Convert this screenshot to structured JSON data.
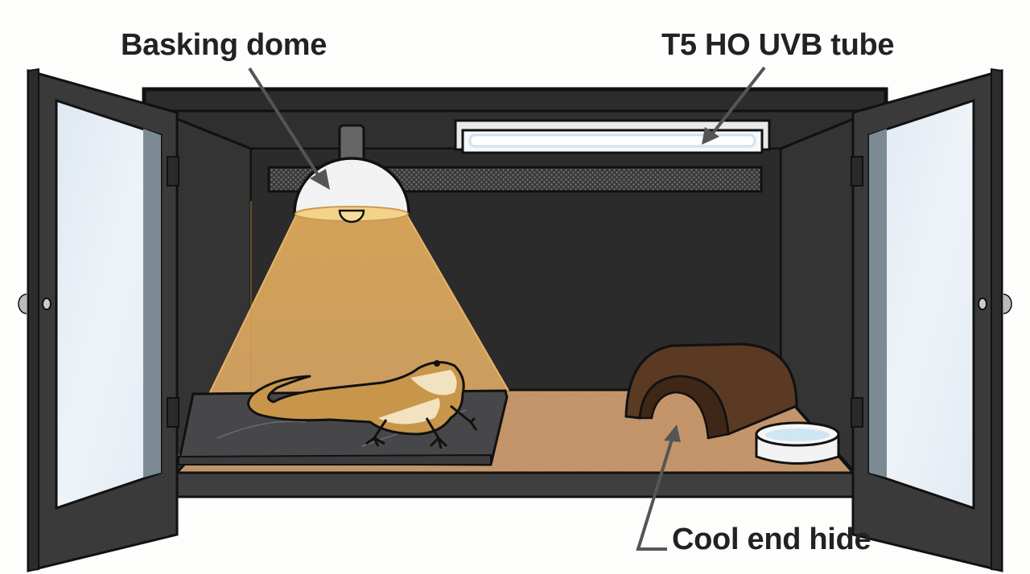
{
  "diagram": {
    "subject": "Bearded dragon enclosure (front-opening glass doors)",
    "labels": {
      "basking_dome": "Basking dome",
      "uvb_tube": "T5 HO UVB tube",
      "cool_hide": "Cool end hide"
    },
    "components": [
      {
        "id": "basking-dome",
        "label": "Basking dome",
        "position": "top-left ceiling",
        "points_to": "dome lamp"
      },
      {
        "id": "uvb-tube",
        "label": "T5 HO UVB tube",
        "position": "top-right ceiling",
        "points_to": "fluorescent tube fixture"
      },
      {
        "id": "cool-hide",
        "label": "Cool end hide",
        "position": "floor right",
        "points_to": "half-log hide"
      }
    ],
    "colors": {
      "background": "#fdfdfc",
      "cabinet": "#2e2e2e",
      "cabinet_frame": "#3d3d3d",
      "outline": "#111111",
      "glass": "#e6eef5",
      "light_beam": "#dca95a",
      "substrate": "#c4956a",
      "basking_slate": "#47474a",
      "hide": "#5a3a22",
      "lizard": "#c8964a",
      "lizard_belly": "#f2e2c0",
      "uvb_glow": "#dcebf8",
      "water": "#cfe6f4",
      "arrow": "#555555",
      "label_text": "#222222"
    }
  }
}
